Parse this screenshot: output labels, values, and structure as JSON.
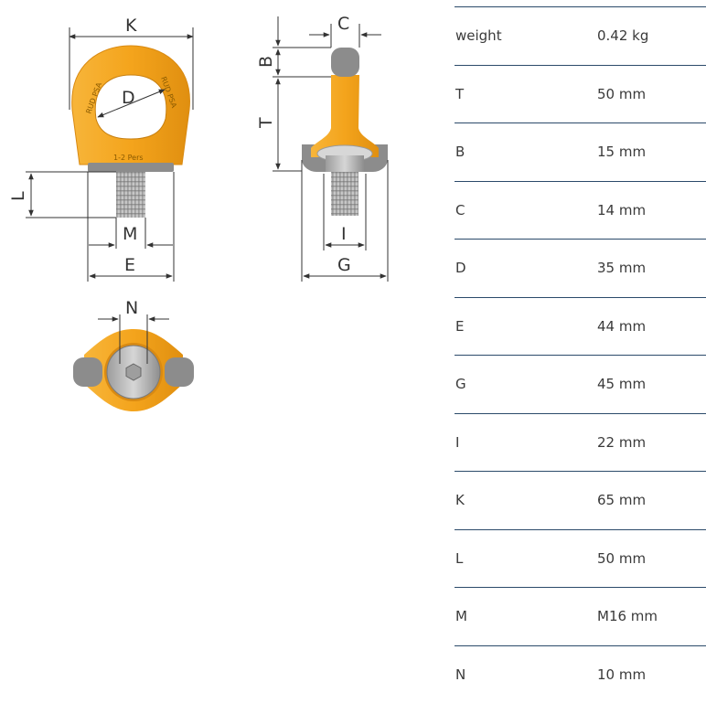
{
  "drawing": {
    "dimension_labels": {
      "K": "K",
      "D": "D",
      "L": "L",
      "M": "M",
      "E": "E",
      "C": "C",
      "B": "B",
      "T": "T",
      "I": "I",
      "G": "G",
      "N": "N"
    },
    "stamp_text": {
      "left": "RUD PSA",
      "right": "RUD PSA",
      "bottom": "1-2 Pers"
    },
    "colors": {
      "orange": "#f4a41c",
      "orange_dark": "#d98a12",
      "grey": "#8c8c8c",
      "steel": "#b9b9b9"
    }
  },
  "specs": {
    "rows": [
      {
        "param": "weight",
        "value": "0.42 kg"
      },
      {
        "param": "T",
        "value": "50 mm"
      },
      {
        "param": "B",
        "value": "15 mm"
      },
      {
        "param": "C",
        "value": "14 mm"
      },
      {
        "param": "D",
        "value": "35 mm"
      },
      {
        "param": "E",
        "value": "44 mm"
      },
      {
        "param": "G",
        "value": "45 mm"
      },
      {
        "param": "I",
        "value": "22 mm"
      },
      {
        "param": "K",
        "value": "65 mm"
      },
      {
        "param": "L",
        "value": "50 mm"
      },
      {
        "param": "M",
        "value": "M16 mm"
      },
      {
        "param": "N",
        "value": "10 mm"
      }
    ]
  }
}
